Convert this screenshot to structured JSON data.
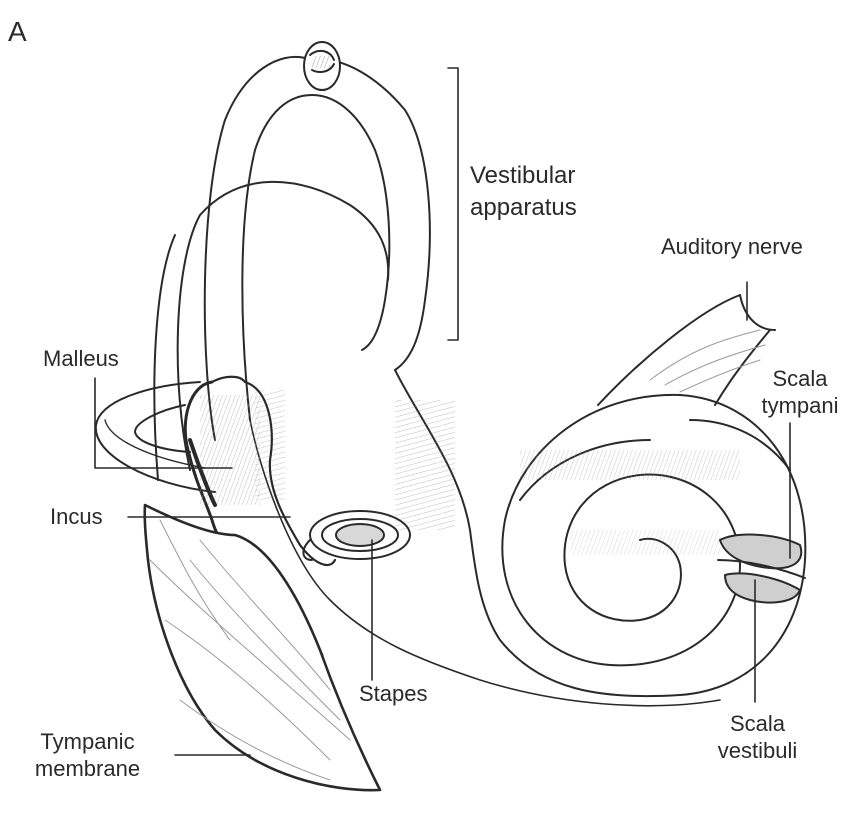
{
  "panel_letter": "A",
  "labels": {
    "vestibular_line1": "Vestibular",
    "vestibular_line2": "apparatus",
    "auditory_nerve": "Auditory nerve",
    "malleus": "Malleus",
    "incus": "Incus",
    "stapes": "Stapes",
    "scala_tympani_line1": "Scala",
    "scala_tympani_line2": "tympani",
    "scala_vestibuli_line1": "Scala",
    "scala_vestibuli_line2": "vestibuli",
    "tympanic_line1": "Tympanic",
    "tympanic_line2": "membrane"
  },
  "colors": {
    "ink": "#2a2a2a",
    "background": "#ffffff",
    "shade": "#9a9a9a"
  }
}
